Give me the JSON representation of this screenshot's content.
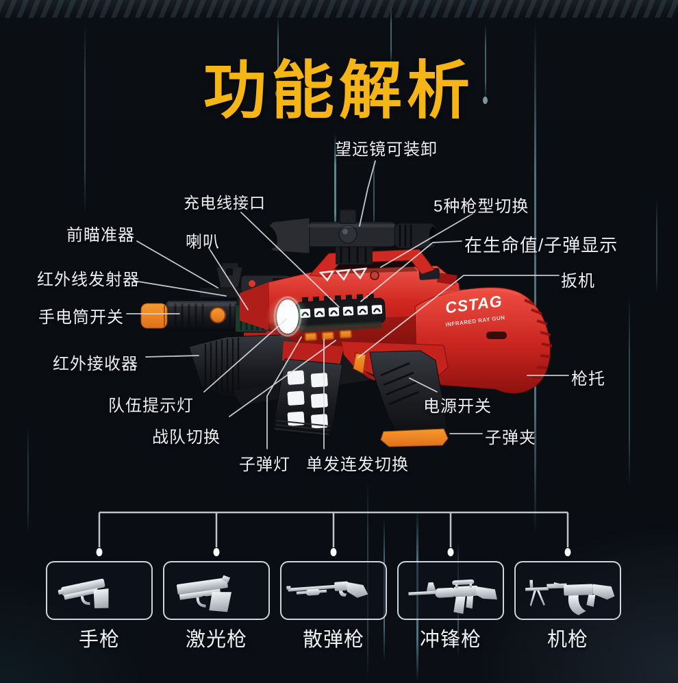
{
  "title": "功能解析",
  "colors": {
    "background": "#0A0D12",
    "title_yellow": "#F5B515",
    "gun_red": "#D22722",
    "accent_orange": "#F08A1C",
    "leader_line": "#E3E6EA",
    "streak_teal": "#6FB3BE",
    "silhouette_silver": "#E9EBEE"
  },
  "gun_markings": {
    "brand": "CSTAG",
    "model_line": "INFRARED RAY GUN"
  },
  "callouts": [
    {
      "id": "telescope",
      "label": "望远镜可装卸"
    },
    {
      "id": "charging-port",
      "label": "充电线接口"
    },
    {
      "id": "front-sight",
      "label": "前瞄准器"
    },
    {
      "id": "speaker",
      "label": "喇叭"
    },
    {
      "id": "gun-type-switch",
      "label": "5种枪型切换"
    },
    {
      "id": "ir-emitter",
      "label": "红外线发射器"
    },
    {
      "id": "hp-ammo-display",
      "label": "在生命值/子弹显示"
    },
    {
      "id": "flashlight-switch",
      "label": "手电筒开关"
    },
    {
      "id": "trigger",
      "label": "扳机"
    },
    {
      "id": "ir-receiver",
      "label": "红外接收器"
    },
    {
      "id": "stock",
      "label": "枪托"
    },
    {
      "id": "team-light",
      "label": "队伍提示灯"
    },
    {
      "id": "power-switch",
      "label": "电源开关"
    },
    {
      "id": "magazine",
      "label": "子弹夹"
    },
    {
      "id": "team-switch",
      "label": "战队切换"
    },
    {
      "id": "bullet-light",
      "label": "子弹灯"
    },
    {
      "id": "fire-mode-switch",
      "label": "单发连发切换"
    }
  ],
  "gun_types": [
    {
      "label": "手枪",
      "icon": "pistol-icon"
    },
    {
      "label": "激光枪",
      "icon": "laser-pistol-icon"
    },
    {
      "label": "散弹枪",
      "icon": "shotgun-icon"
    },
    {
      "label": "冲锋枪",
      "icon": "assault-rifle-icon"
    },
    {
      "label": "机枪",
      "icon": "machine-gun-icon"
    }
  ]
}
